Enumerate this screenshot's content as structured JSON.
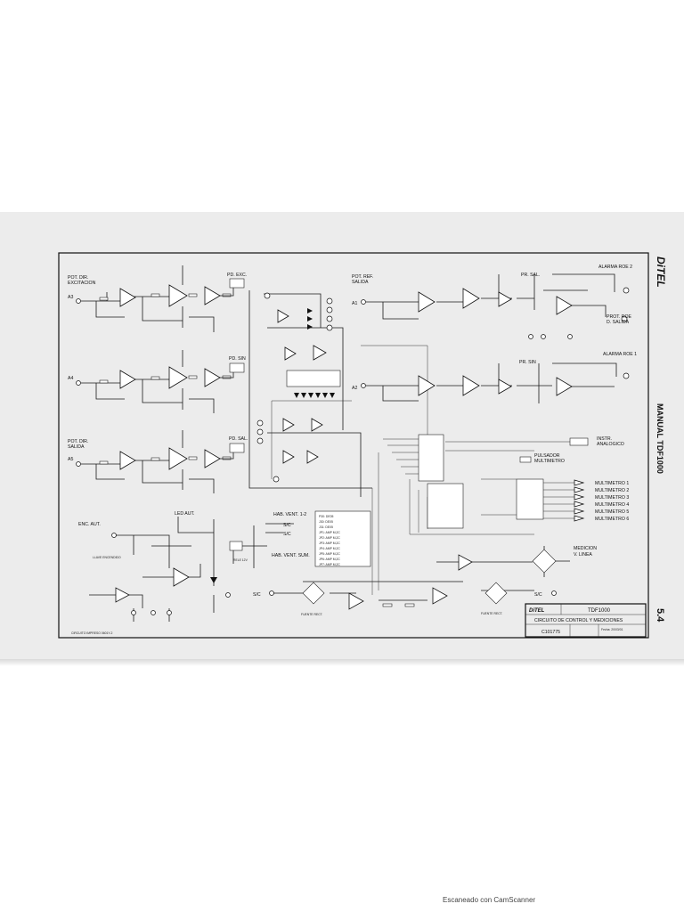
{
  "brand": {
    "logo": "DiTEL",
    "manual_title": "MANUAL TDF1000",
    "page_number": "5.4"
  },
  "left_section": {
    "labels": {
      "pot_dir_excitacion": [
        "POT. DIR.",
        "EXCITACION"
      ],
      "pot_dir_salida": [
        "POT. DIR.",
        "SALIDA"
      ],
      "pd_exc": "PD. EXC.",
      "pd_sin": "PD. SIN",
      "pd_sal": "PD. SAL.",
      "inputs": [
        "A3",
        "A4",
        "A5"
      ],
      "enc_aut": "ENC. AUT.",
      "led_aut": "LED AUT.",
      "llave_encendido": "LLAVE ENCENDIDO",
      "rele": "RELE 12V",
      "circuito_impreso": "CIRCUITO IMPRESO 0601Y-2"
    }
  },
  "center_section": {
    "hab_vent": "HAB. VENT. 1-2",
    "hab_vent_sum": "HAB. VENT. SUM.",
    "sc": "S/C",
    "jumper_table": [
      "P30: DE05",
      "J30: DE05",
      "J31: DE05",
      "JP1: AMP M,2C",
      "JP2: AMP M,2C",
      "JP3: AMP M,2C",
      "JP4: AMP M,2C",
      "JP5: AMP M,2C",
      "JP6: AMP M,2C",
      "JP7: AMP M,2C"
    ],
    "fuente_rect": "FUENTE RECT."
  },
  "right_section": {
    "pot_ref_salida": [
      "POT. REF.",
      "SALIDA"
    ],
    "input_a1": "A1",
    "input_a2": "A2",
    "pr_sal": "PR. SAL.",
    "pr_sin": "PR. SIN",
    "alarma_roe_2": "ALARMA ROE 2",
    "alarma_roe_1": "ALARMA ROE 1",
    "prot_roe": [
      "PROT. ROE",
      "D. SALIDA"
    ],
    "instr_analogico": [
      "INSTR.",
      "ANALOGICO"
    ],
    "pulsador_multimetro": [
      "PULSADOR",
      "MULTIMETRO"
    ],
    "multimetro": [
      "MULTIMETRO 1",
      "MULTIMETRO 2",
      "MULTIMETRO 3",
      "MULTIMETRO 4",
      "MULTIMETRO 5",
      "MULTIMETRO 6"
    ],
    "medicion": [
      "MEDICION",
      "V. LINEA"
    ],
    "sc": "S/C"
  },
  "title_block": {
    "logo": "DiTEL",
    "product": "TDF1000",
    "title": "CIRCUITO DE CONTROL Y MEDICIONES",
    "code": "C101775",
    "date": "Fecha: 20/03/01"
  },
  "footer": "Escaneado con CamScanner"
}
